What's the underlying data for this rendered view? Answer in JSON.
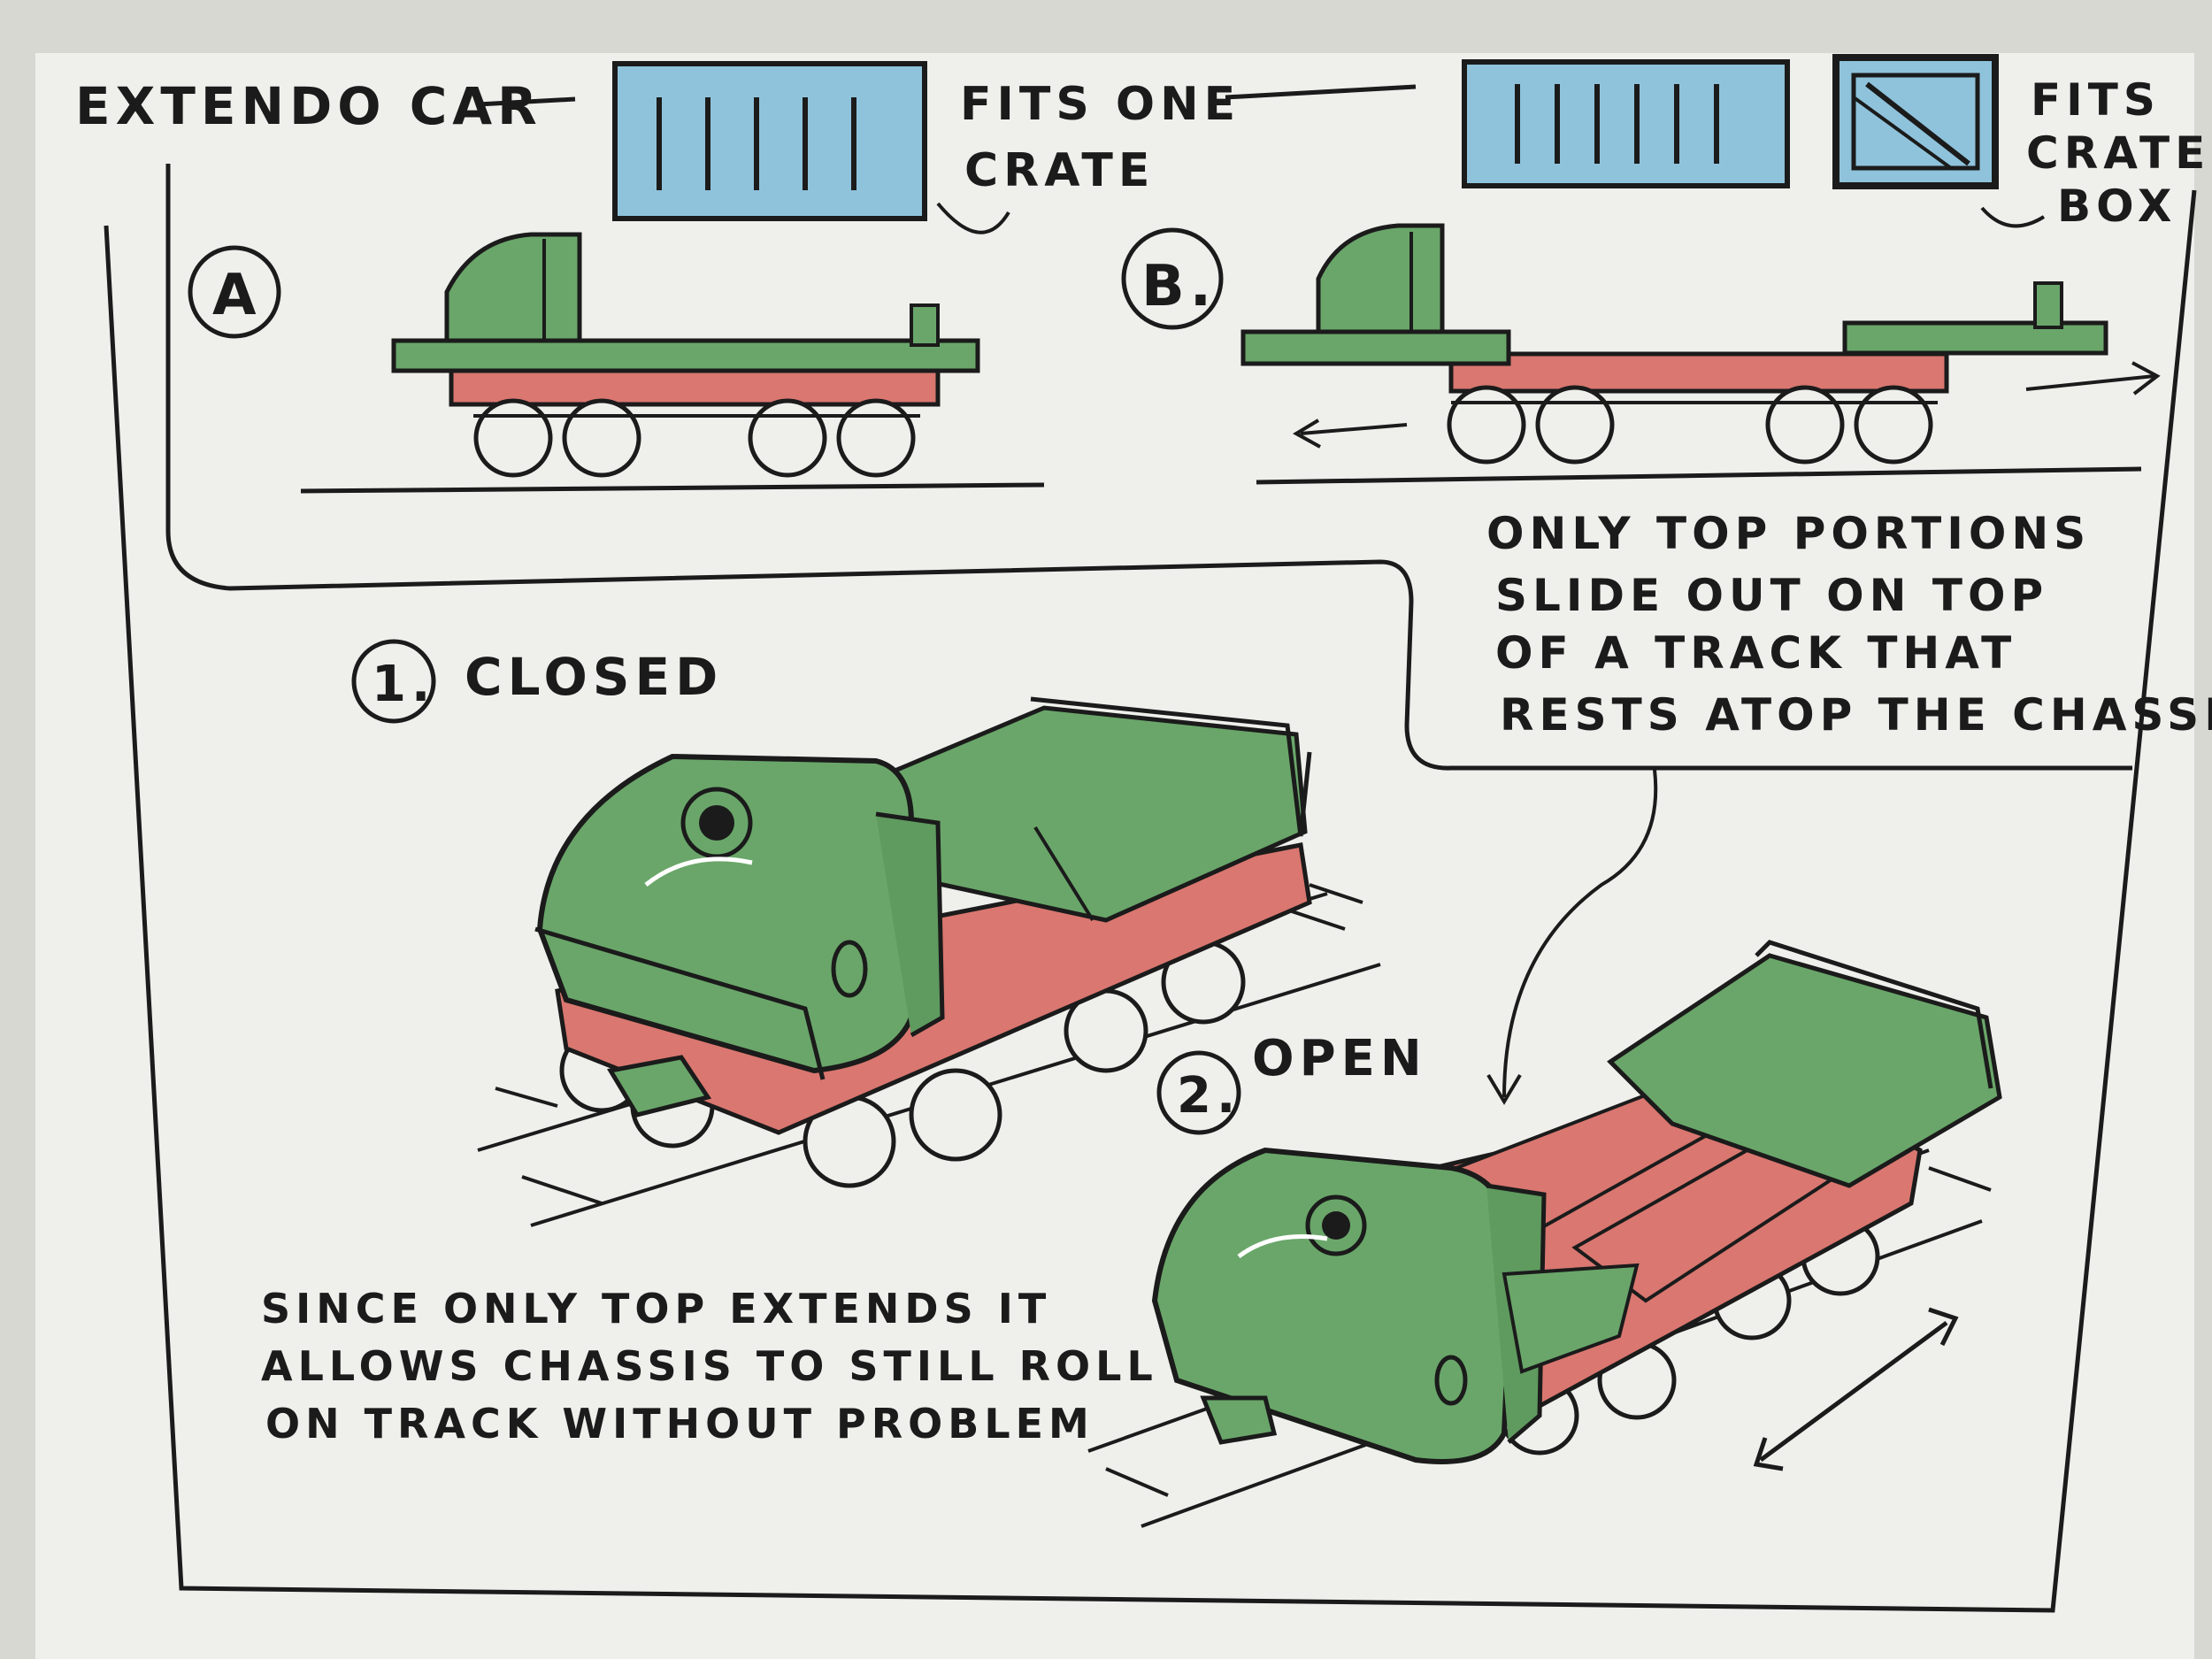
{
  "title": "EXTENDO CAR",
  "top": {
    "one_crate_lines": [
      "FITS ONE",
      "CRATE"
    ],
    "crate_box_lines": [
      "FITS",
      "CRATE &",
      "BOX"
    ]
  },
  "labels": {
    "a": "A",
    "b": "B.",
    "closed_num": "1.",
    "closed": "CLOSED",
    "open_num": "2.",
    "open": "OPEN"
  },
  "notes": {
    "slide": [
      "ONLY TOP PORTIONS",
      "SLIDE OUT ON TOP",
      "OF A TRACK THAT",
      "RESTS ATOP THE CHASSIS"
    ],
    "bottom": [
      "SINCE ONLY TOP EXTENDS IT",
      "ALLOWS CHASSIS TO STILL ROLL",
      "ON TRACK WITHOUT PROBLEM"
    ]
  },
  "colors": {
    "paper": "#efefec",
    "ink": "#1b1b1b",
    "body_green": "#6aa66a",
    "chassis_red": "#d97770",
    "crate_blue": "#8fc3dc"
  }
}
